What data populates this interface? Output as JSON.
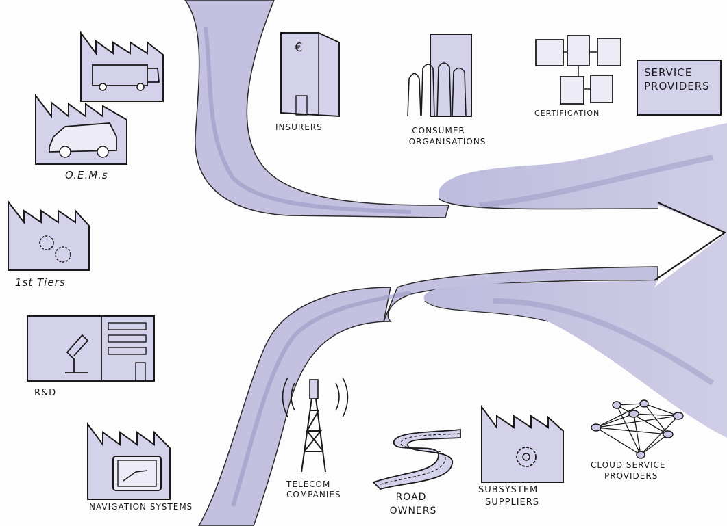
{
  "labels": {
    "oems": "O.E.M.s",
    "tiers": "1st Tiers",
    "rnd": "R&D",
    "navigation": "NAVIGATION SYSTEMS",
    "insurers": "INSURERS",
    "consumer_line1": "CONSUMER",
    "consumer_line2": "ORGANISATIONS",
    "certification": "CERTIFICATION",
    "service_line1": "SERVICE",
    "service_line2": "PROVIDERS",
    "telecom_line1": "TELECOM",
    "telecom_line2": "COMPANIES",
    "road_line1": "ROAD",
    "road_line2": "OWNERS",
    "subsystem_line1": "SUBSYSTEM",
    "subsystem_line2": "SUPPLIERS",
    "cloud_line1": "CLOUD SERVICE",
    "cloud_line2": "PROVIDERS"
  },
  "icons": {
    "insurers_symbol": "€"
  },
  "colors": {
    "stream": "#bdbbdc",
    "stream_dark": "#8d8ab8",
    "ink": "#1a1a1a",
    "building": "#c9c7e3"
  }
}
